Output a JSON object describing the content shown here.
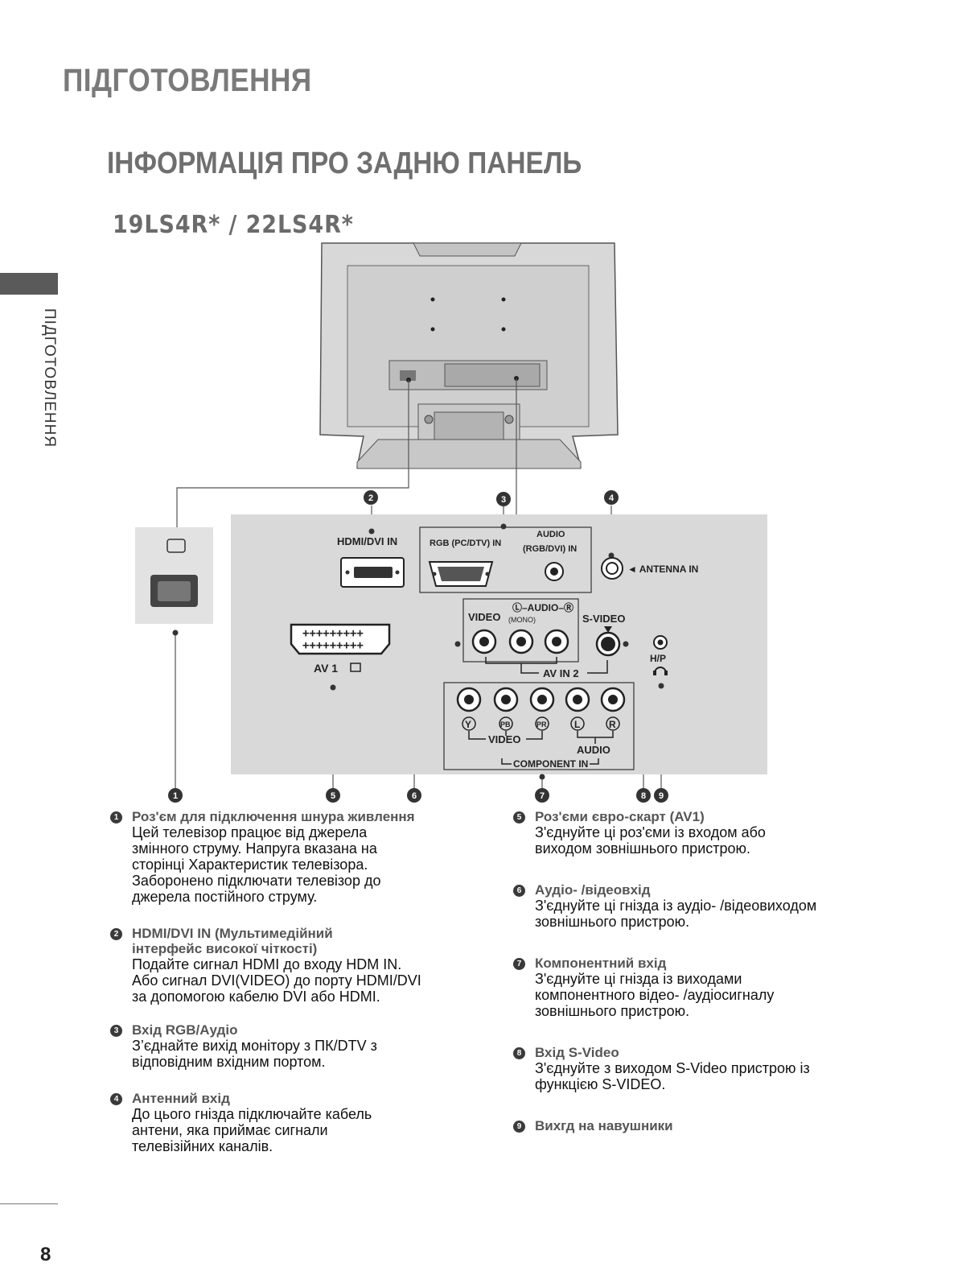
{
  "header": {
    "chapter": "ПІДГОТОВЛЕННЯ",
    "section_title": "ІНФОРМАЦІЯ ПРО ЗАДНЮ ПАНЕЛЬ",
    "model": "19LS4R* / 22LS4R*"
  },
  "side_label": "ПІДГОТОВЛЕННЯ",
  "page_number": "8",
  "panel_labels": {
    "hdmi": "HDMI/DVI IN",
    "rgb": "RGB (PC/DTV) IN",
    "audio_top": "AUDIO",
    "audio_bottom": "(RGB/DVI) IN",
    "antenna": "◄ ANTENNA IN",
    "av1": "AV 1",
    "video": "VIDEO",
    "mono": "(MONO)",
    "audio_lr": "Ⓛ–AUDIO–Ⓡ",
    "svideo": "S-VIDEO",
    "av_in2": "AV IN 2",
    "hp": "H/P",
    "y": "Y",
    "pb": "PB",
    "pr": "PR",
    "l": "L",
    "r": "R",
    "comp_video": "VIDEO",
    "comp_audio": "AUDIO",
    "component_in": "COMPONENT IN"
  },
  "callouts": [
    "1",
    "2",
    "3",
    "4",
    "5",
    "6",
    "7",
    "8",
    "9"
  ],
  "items_left": [
    {
      "num": "1",
      "title": "Роз'єм для підключення шнура живлення",
      "body": "Цей телевізор працює від джерела\nзмінного струму. Напруга вказана на\nсторінці Характеристик телевізора.\nЗаборонено підключати телевізор до\nджерела постійного струму."
    },
    {
      "num": "2",
      "title": "HDMI/DVI IN (Мультимедійний\nінтерфейс високої чіткості)",
      "body": "Подайте сигнал HDMI до входу HDM IN.\nАбо сигнал DVI(VIDEO) до порту HDMI/DVI\nза допомогою кабелю DVI або HDMI."
    },
    {
      "num": "3",
      "title": "Вхід RGB/Аудіо",
      "body": "З’єднайте вихід монітору з ПК/DTV з\nвідповідним вхідним портом."
    },
    {
      "num": "4",
      "title": "Антенний вхід",
      "body": "До цього гнізда підключайте кабель\nантени, яка приймає сигнали\nтелевізійних каналів."
    }
  ],
  "items_right": [
    {
      "num": "5",
      "title": "Роз'єми євро-скарт (AV1)",
      "body": "З'єднуйте ці роз'єми із входом або\nвиходом зовнішнього пристрою."
    },
    {
      "num": "6",
      "title": "Аудіо- /відеовхід",
      "body": "З'єднуйте ці гнізда із аудіо- /відеовиходом\nзовнішнього пристрою."
    },
    {
      "num": "7",
      "title": "Компонентний вхід",
      "body": "З'єднуйте ці гнізда із виходами\nкомпонентного відео- /аудіосигналу\nзовнішнього пристрою."
    },
    {
      "num": "8",
      "title": "Вхід S-Video",
      "body": "З'єднуйте з виходом S-Video пристрою із\nфункцією S-VIDEO."
    },
    {
      "num": "9",
      "title": "Вихгд на навушники",
      "body": ""
    }
  ]
}
